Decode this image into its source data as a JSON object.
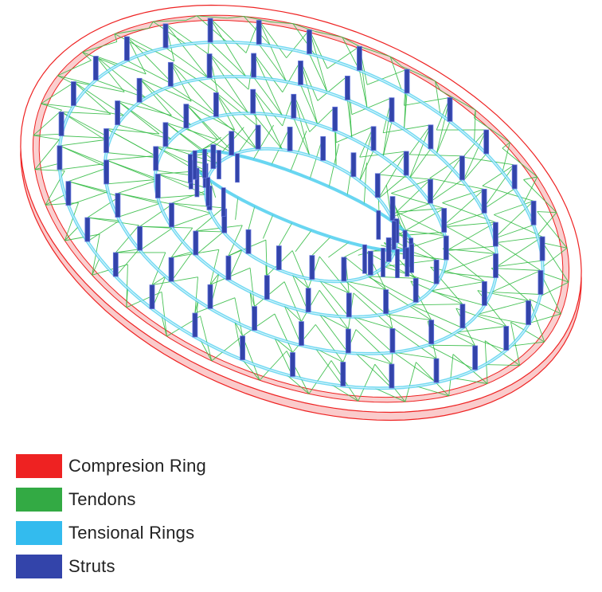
{
  "legend": {
    "items": [
      {
        "label": "Compresion Ring",
        "color": "#ee2222",
        "component": "compression-ring"
      },
      {
        "label": "Tendons",
        "color": "#33aa44",
        "component": "tendons"
      },
      {
        "label": "Tensional Rings",
        "color": "#33bbee",
        "component": "tensional-rings"
      },
      {
        "label": "Struts",
        "color": "#3344aa",
        "component": "struts"
      }
    ]
  },
  "structure": {
    "compression_ring_color": "#ee2222",
    "compression_ring_fill": "#f5a0a0",
    "tendon_color": "#33bb44",
    "tension_ring_color": "#44ccee",
    "strut_color": "#3344aa"
  }
}
